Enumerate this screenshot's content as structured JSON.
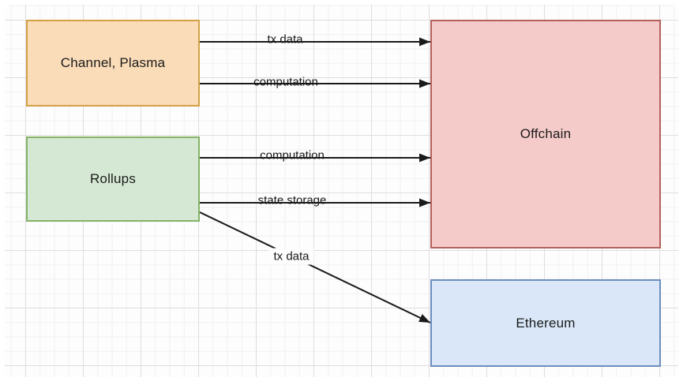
{
  "diagram": {
    "edge_color": "#1a1a1a",
    "nodes": [
      {
        "id": "channel-plasma",
        "label": "Channel, Plasma",
        "fill": "#fadcb8",
        "border": "#d4a147"
      },
      {
        "id": "rollups",
        "label": "Rollups",
        "fill": "#d5e8d4",
        "border": "#85b366"
      },
      {
        "id": "offchain",
        "label": "Offchain",
        "fill": "#f5cbca",
        "border": "#b4605c"
      },
      {
        "id": "ethereum",
        "label": "Ethereum",
        "fill": "#d9e7f8",
        "border": "#6d8ebf"
      }
    ],
    "edges": [
      {
        "from": "channel-plasma",
        "to": "offchain",
        "label": "tx data"
      },
      {
        "from": "channel-plasma",
        "to": "offchain",
        "label": "computation"
      },
      {
        "from": "rollups",
        "to": "offchain",
        "label": "computation"
      },
      {
        "from": "rollups",
        "to": "offchain",
        "label": "state storage"
      },
      {
        "from": "rollups",
        "to": "ethereum",
        "label": "tx data"
      }
    ]
  }
}
